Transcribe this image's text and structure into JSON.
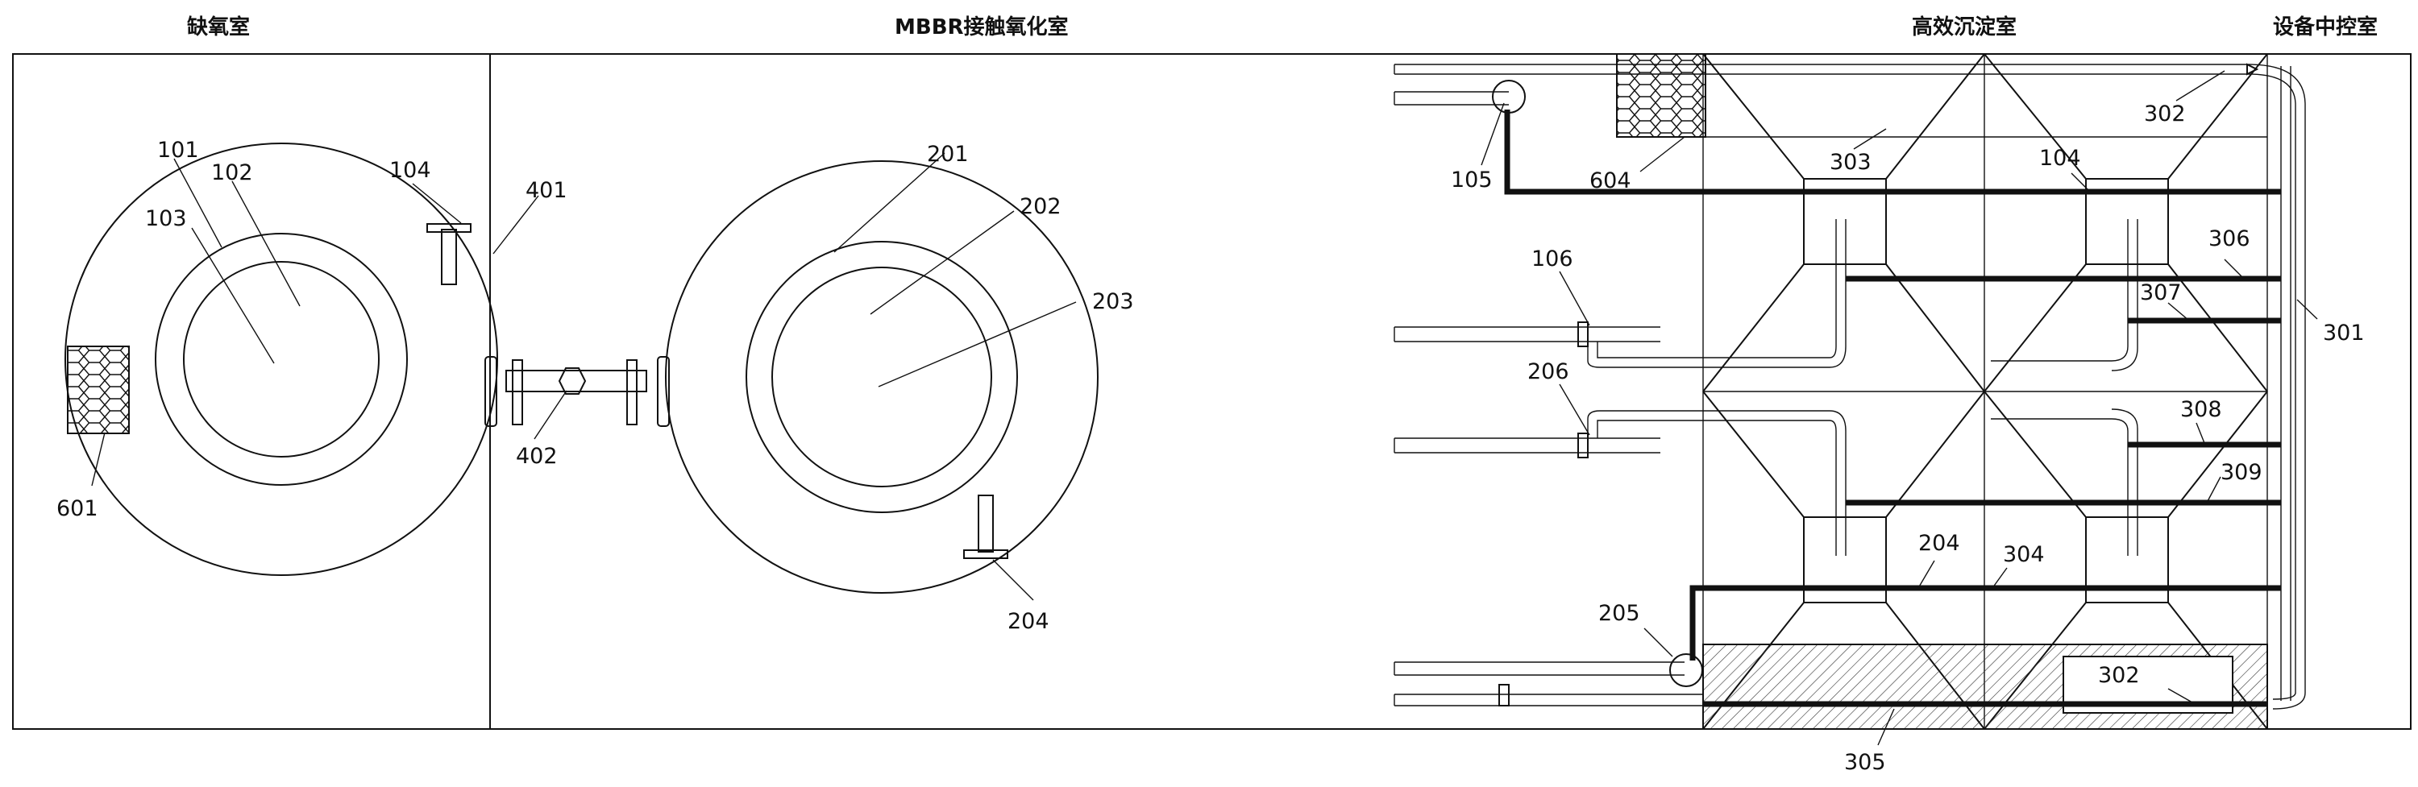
{
  "titles": {
    "anoxic": "缺氧室",
    "mbbr": "MBBR接触氧化室",
    "settling": "高效沉淀室",
    "control": "设备中控室"
  },
  "labels": {
    "l101": "101",
    "l102": "102",
    "l103": "103",
    "l104a": "104",
    "l601": "601",
    "l401": "401",
    "l402": "402",
    "l201": "201",
    "l202": "202",
    "l203": "203",
    "l204a": "204",
    "l105": "105",
    "l604": "604",
    "l303": "303",
    "l104b": "104",
    "l302a": "302",
    "l306": "306",
    "l307": "307",
    "l301": "301",
    "l106": "106",
    "l206": "206",
    "l308": "308",
    "l309": "309",
    "l204b": "204",
    "l304": "304",
    "l205": "205",
    "l302b": "302",
    "l305": "305"
  }
}
